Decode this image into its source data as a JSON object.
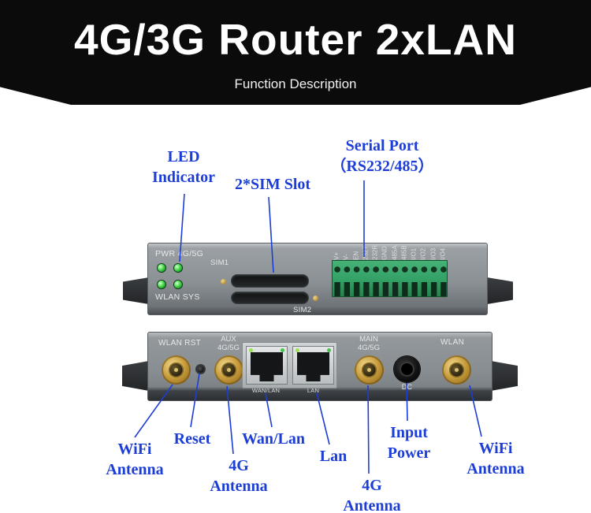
{
  "header": {
    "title": "4G/3G Router 2xLAN",
    "subtitle": "Function Description"
  },
  "callouts": {
    "led_indicator": "LED Indicator",
    "sim_slot": "2*SIM Slot",
    "serial_port_line1": "Serial Port",
    "serial_port_line2": "（RS232/485）",
    "wifi_antenna_left": "WiFi Antenna",
    "reset": "Reset",
    "wan_lan": "Wan/Lan",
    "antenna_4g_left": "4G Antenna",
    "lan": "Lan",
    "input_power": "Input Power",
    "antenna_4g_right": "4G Antenna",
    "wifi_antenna_right": "WiFi Antenna"
  },
  "top_router": {
    "pwr_label": "PWR 4G/5G",
    "wlan_sys_label": "WLAN SYS",
    "sim1_label": "SIM1",
    "sim2_label": "SIM2",
    "pins": [
      "V+",
      "V-",
      "EN",
      "232T",
      "232R",
      "GND",
      "485A",
      "485B",
      "I/O1",
      "I/O2",
      "I/O3",
      "I/O4"
    ]
  },
  "front_router": {
    "wlan_rst_label": "WLAN RST",
    "aux_line1": "AUX",
    "aux_line2": "4G/5G",
    "main_line1": "MAIN",
    "main_line2": "4G/5G",
    "port1_label": "WAN/LAN",
    "port2_label": "LAN",
    "dc_label": "DC",
    "wlan_label": "WLAN"
  },
  "colors": {
    "callout_blue": "#1c3ed6",
    "banner_black": "#0b0b0b",
    "terminal_green": "#33a066",
    "connector_gold": "#c99e3f",
    "body_grey": "#8a9094"
  }
}
